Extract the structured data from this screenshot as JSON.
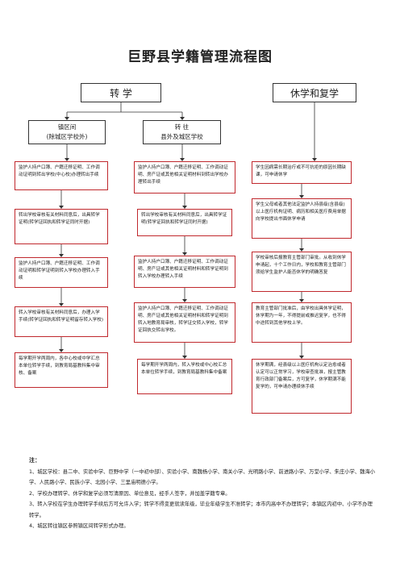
{
  "title": "巨野县学籍管理流程图",
  "headers": {
    "transfer": "转 学",
    "suspend": "休学和复学"
  },
  "subheaders": {
    "in_county": [
      "镇区间",
      "(除城区学校外)"
    ],
    "out_county": [
      "转 往",
      "县外及城区学校"
    ]
  },
  "col1": [
    "监护人持户口簿、户籍迁移证明、工作调动证明到转出学校(中心校)办理转出手续",
    "转出学校审核有关材料同意后，出具转学证明(转学证回执和转学证同时开据)",
    "监护人持户口簿、户籍迁移证明、工作调动证明和转学证明到转入学校办理转入手续",
    "转入学校审核有关材料同意后，办理入学手续(转学证回执和转学证明留存转入学校)",
    "每学期开学两周内，各中心校或中学汇总本单位转学手续，到教育局基教科集中审核、备案"
  ],
  "col2": [
    "监护人持户口簿、户籍迁移证明、工作调动证明、房产证或其他相关证明材料到转出学校办理转出手续",
    "转出学校审核有关材料同意后，出具转学证明(转学证回执和转学证同时开据)",
    "监护人持户口簿、户籍迁移证明、工作调动证明、房产证或其他相关证明材料和转学证明到转入学校办理转入手续",
    "监护人持户口簿、户籍迁移证明、工作调动证明、房产证或其他相关证明材料和转学证明到转入地教育局审核，转学证交转入学校，转学证回执交转出学校。",
    "每学期开学两周内，转入学校或中心校汇总本单位转学手续，到教育局基教科集中备案"
  ],
  "col3": [
    "学生因病需长期治疗或不可抗拒的原因长期缺课，可申请休学",
    "学生父母或者其他法定监护人持县级(含县级)以上医疗机构证明、病历和相关医疗费用单据向学校提出书面休学申请",
    "学校审核后报教育主管部门审批。从收到休学申请起，十个工作日内，学校和教育主管部门须给学生监护人能否休学的明确答复",
    "教育主管部门批准后，由学校出具休学证明，休学期为一年，不得提前或推迟复学，也不得中途转到其他学校上学。",
    "休学期满，经县级以上医疗机构认定治愈或者认定可以正常学习，学校审查批准，报主管教育行政部门备案后，方可复学，休学期满不能复学的，可申请办理续休手续"
  ],
  "notes": {
    "heading": "注：",
    "items": [
      "1、城区学校：县二中、实验中学、巨野中学（一中初中部）、实验小学、南魏杨小学、南关小学、光明路小学、前进路小学、万堂小学、朱庄小学、魏海小学、人民路小学、民族小学、北园小学、三里庙明德小学。",
      "2、学校办理转学、休学和复学必须写清原因、单位意见，经手人签字，并加盖学籍专章。",
      "3、转入学校在学生办理转学手续后方可允许入学；转学不得变更就读年级，毕业年级学生不准转学；本市内高中不办理转学；本镇区内初中、小学不办理转学。",
      "4、城区转往镇区参照镇区间转学形式办理。"
    ]
  },
  "colors": {
    "line": "#333333",
    "accent_border": "#c0282d"
  }
}
